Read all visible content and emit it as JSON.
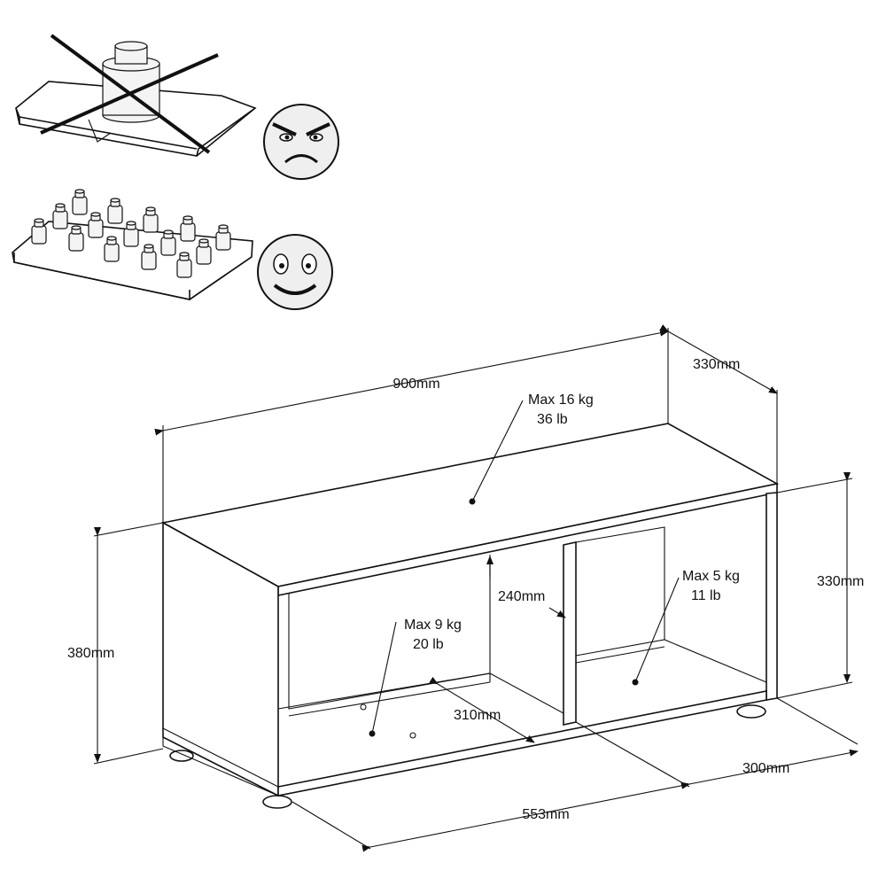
{
  "dimensions": {
    "width": "900mm",
    "depth_top": "330mm",
    "height_total": "380mm",
    "height_inner": "330mm",
    "divider_depth": "240mm",
    "shelf_depth": "310mm",
    "left_compartment_width": "553mm",
    "right_depth": "300mm"
  },
  "loads": {
    "top": {
      "kg": "Max 16 kg",
      "lb": "36 lb"
    },
    "left": {
      "kg": "Max 9 kg",
      "lb": "20 lb"
    },
    "right": {
      "kg": "Max 5 kg",
      "lb": "11 lb"
    }
  },
  "icons": {
    "bad": "angry-face-icon",
    "good": "smiling-face-icon",
    "crossed": "cross-out-icon"
  }
}
